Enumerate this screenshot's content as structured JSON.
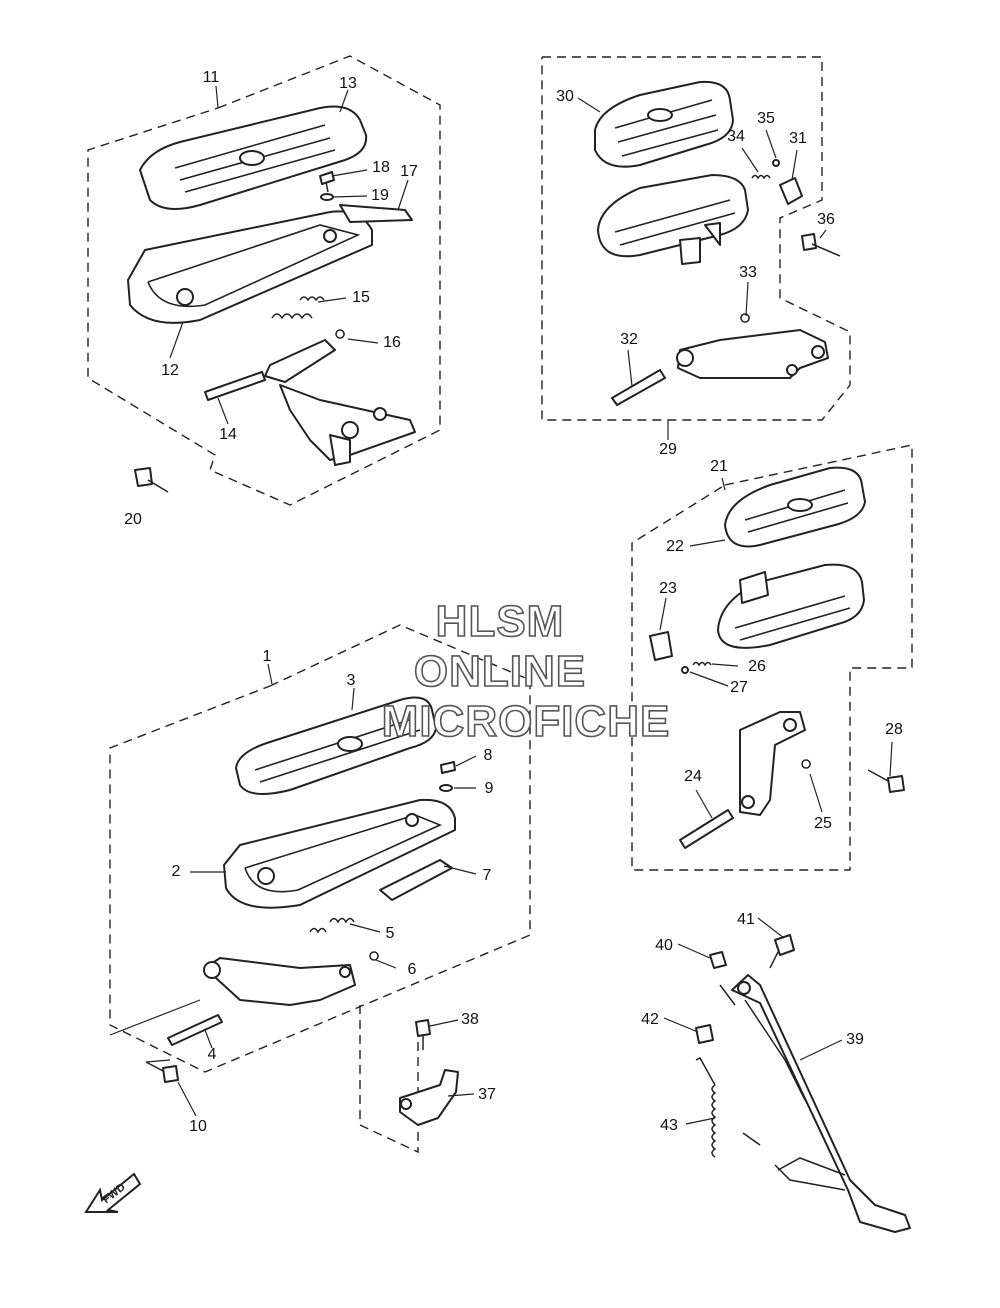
{
  "watermark": {
    "line1": "HLSM",
    "line2": "ONLINE",
    "line3": "MICROFICHE"
  },
  "fwd_label": "FWD",
  "callouts": {
    "c1": "1",
    "c2": "2",
    "c3": "3",
    "c4": "4",
    "c5": "5",
    "c6": "6",
    "c7": "7",
    "c8": "8",
    "c9": "9",
    "c10": "10",
    "c11": "11",
    "c12": "12",
    "c13": "13",
    "c14": "14",
    "c15": "15",
    "c16": "16",
    "c17": "17",
    "c18": "18",
    "c19": "19",
    "c20": "20",
    "c21": "21",
    "c22": "22",
    "c23": "23",
    "c24": "24",
    "c25": "25",
    "c26": "26",
    "c27": "27",
    "c28": "28",
    "c29": "29",
    "c30": "30",
    "c31": "31",
    "c32": "32",
    "c33": "33",
    "c34": "34",
    "c35": "35",
    "c36": "36",
    "c37": "37",
    "c38": "38",
    "c39": "39",
    "c40": "40",
    "c41": "41",
    "c42": "42",
    "c43": "43"
  }
}
